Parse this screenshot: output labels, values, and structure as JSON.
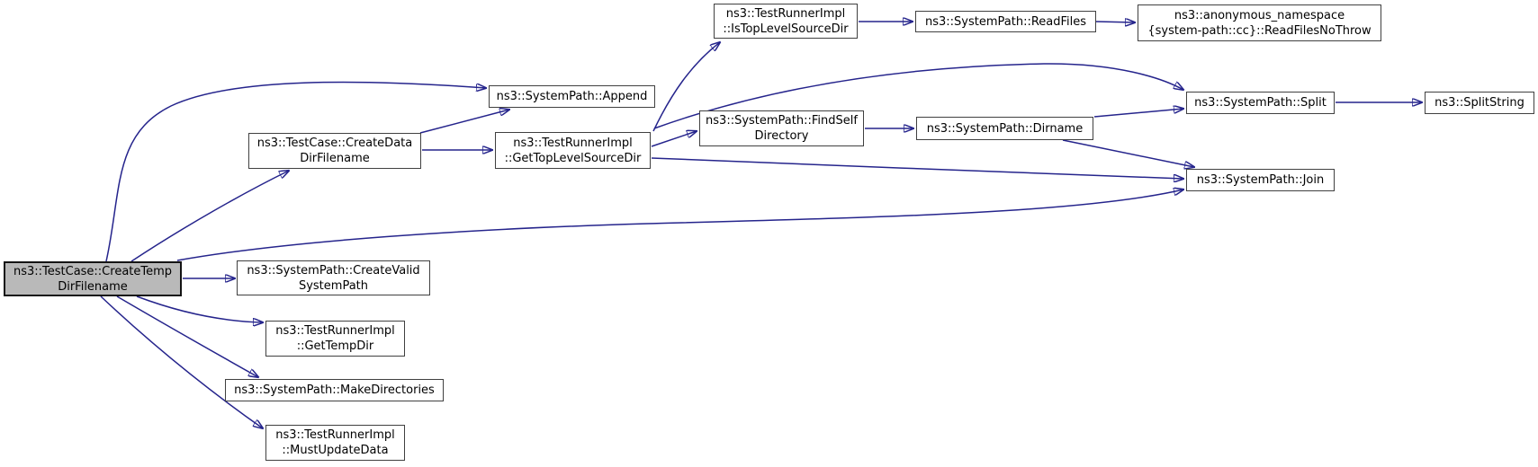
{
  "diagram": {
    "type": "call-graph",
    "root_function": "ns3::TestCase::CreateTempDirFilename",
    "colors": {
      "background": "#ffffff",
      "edge": "#25248c",
      "node_fill": "#ffffff",
      "node_border": "#404040",
      "focus_node_fill": "#b9b9b9",
      "focus_node_border": "#141414",
      "text": "#000000"
    }
  },
  "nodes": [
    {
      "id": "create-temp-dir-filename",
      "label": "ns3::TestCase::CreateTemp\nDirFilename",
      "focus": true
    },
    {
      "id": "create-data-dir-filename",
      "label": "ns3::TestCase::CreateData\nDirFilename",
      "focus": false
    },
    {
      "id": "append",
      "label": "ns3::SystemPath::Append",
      "focus": false
    },
    {
      "id": "get-top-level-source-dir",
      "label": "ns3::TestRunnerImpl\n::GetTopLevelSourceDir",
      "focus": false
    },
    {
      "id": "is-top-level-source-dir",
      "label": "ns3::TestRunnerImpl\n::IsTopLevelSourceDir",
      "focus": false
    },
    {
      "id": "read-files",
      "label": "ns3::SystemPath::ReadFiles",
      "focus": false
    },
    {
      "id": "read-files-no-throw",
      "label": "ns3::anonymous_namespace\n{system-path::cc}::ReadFilesNoThrow",
      "focus": false
    },
    {
      "id": "find-self-directory",
      "label": "ns3::SystemPath::FindSelf\nDirectory",
      "focus": false
    },
    {
      "id": "dirname",
      "label": "ns3::SystemPath::Dirname",
      "focus": false
    },
    {
      "id": "split",
      "label": "ns3::SystemPath::Split",
      "focus": false
    },
    {
      "id": "split-string",
      "label": "ns3::SplitString",
      "focus": false
    },
    {
      "id": "join",
      "label": "ns3::SystemPath::Join",
      "focus": false
    },
    {
      "id": "create-valid-system-path",
      "label": "ns3::SystemPath::CreateValid\nSystemPath",
      "focus": false
    },
    {
      "id": "get-temp-dir",
      "label": "ns3::TestRunnerImpl\n::GetTempDir",
      "focus": false
    },
    {
      "id": "make-directories",
      "label": "ns3::SystemPath::MakeDirectories",
      "focus": false
    },
    {
      "id": "must-update-data",
      "label": "ns3::TestRunnerImpl\n::MustUpdateData",
      "focus": false
    }
  ],
  "edges": [
    {
      "from": "create-temp-dir-filename",
      "to": "append"
    },
    {
      "from": "create-temp-dir-filename",
      "to": "create-data-dir-filename"
    },
    {
      "from": "create-temp-dir-filename",
      "to": "join"
    },
    {
      "from": "create-temp-dir-filename",
      "to": "create-valid-system-path"
    },
    {
      "from": "create-temp-dir-filename",
      "to": "get-temp-dir"
    },
    {
      "from": "create-temp-dir-filename",
      "to": "make-directories"
    },
    {
      "from": "create-temp-dir-filename",
      "to": "must-update-data"
    },
    {
      "from": "create-data-dir-filename",
      "to": "append"
    },
    {
      "from": "create-data-dir-filename",
      "to": "get-top-level-source-dir"
    },
    {
      "from": "get-top-level-source-dir",
      "to": "is-top-level-source-dir"
    },
    {
      "from": "get-top-level-source-dir",
      "to": "find-self-directory"
    },
    {
      "from": "get-top-level-source-dir",
      "to": "split"
    },
    {
      "from": "get-top-level-source-dir",
      "to": "join"
    },
    {
      "from": "is-top-level-source-dir",
      "to": "read-files"
    },
    {
      "from": "read-files",
      "to": "read-files-no-throw"
    },
    {
      "from": "find-self-directory",
      "to": "dirname"
    },
    {
      "from": "dirname",
      "to": "split"
    },
    {
      "from": "dirname",
      "to": "join"
    },
    {
      "from": "split",
      "to": "split-string"
    }
  ]
}
